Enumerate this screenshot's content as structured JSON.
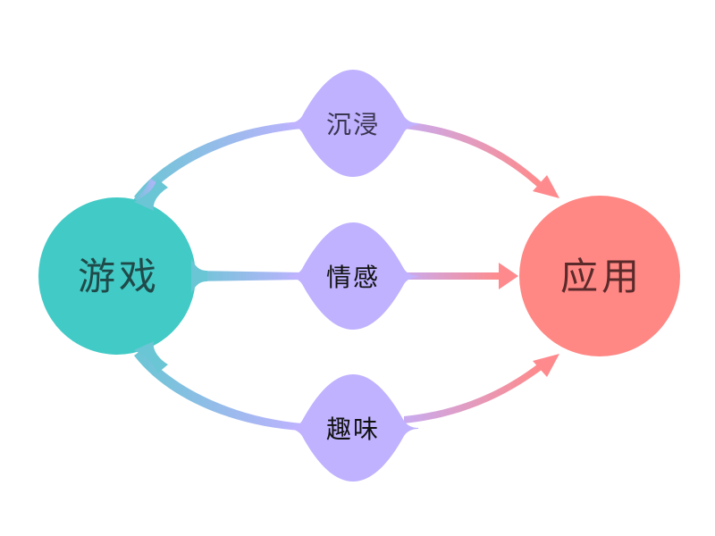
{
  "diagram": {
    "source": {
      "label": "游戏",
      "color": "#42CAC6",
      "text_color": "#1F4A49"
    },
    "target": {
      "label": "应用",
      "color": "#FF8784",
      "text_color": "#5A2A2A"
    },
    "mediators": [
      {
        "label": "沉浸",
        "color": "#C0B2FF",
        "text_color": "#3A3550"
      },
      {
        "label": "情感",
        "color": "#C0B2FF",
        "text_color": "#111111"
      },
      {
        "label": "趣味",
        "color": "#C0B2FF",
        "text_color": "#111111"
      }
    ],
    "edges": {
      "in_gradient": [
        "#6AC6D4",
        "#BFB2FF"
      ],
      "out_gradient": [
        "#C8ABF0",
        "#FF8A8A"
      ],
      "arrow_color": "#FF8A8E"
    }
  }
}
